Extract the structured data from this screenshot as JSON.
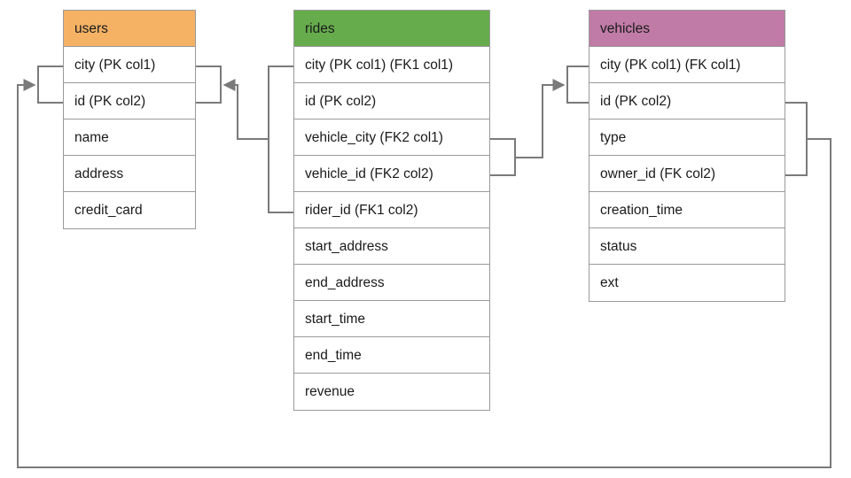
{
  "diagram": {
    "type": "entity-relationship-diagram",
    "title": "",
    "colors": {
      "users_header": "#F5B265",
      "rides_header": "#66AC4C",
      "vehicles_header": "#C07BA6",
      "border": "#9a9a9a",
      "connector": "#7a7a7a",
      "row_background": "#ffffff",
      "text": "#1a1a1a"
    },
    "tables": [
      {
        "name": "users",
        "header_color": "#F5B265",
        "columns": [
          "city (PK col1)",
          "id (PK col2)",
          "name",
          "address",
          "credit_card"
        ]
      },
      {
        "name": "rides",
        "header_color": "#66AC4C",
        "columns": [
          "city (PK col1) (FK1 col1)",
          "id (PK col2)",
          "vehicle_city (FK2 col1)",
          "vehicle_id (FK2 col2)",
          "rider_id (FK1 col2)",
          "start_address",
          "end_address",
          "start_time",
          "end_time",
          "revenue"
        ]
      },
      {
        "name": "vehicles",
        "header_color": "#C07BA6",
        "columns": [
          "city (PK col1) (FK col1)",
          "id (PK col2)",
          "type",
          "owner_id (FK col2)",
          "creation_time",
          "status",
          "ext"
        ]
      }
    ],
    "relationships": [
      {
        "name": "rides-rider-to-users",
        "from_table": "rides",
        "from_columns": [
          "city (PK col1) (FK1 col1)",
          "rider_id (FK1 col2)"
        ],
        "to_table": "users",
        "to_columns": [
          "city (PK col1)",
          "id (PK col2)"
        ],
        "arrow": "to-users"
      },
      {
        "name": "rides-vehicle-to-vehicles",
        "from_table": "rides",
        "from_columns": [
          "vehicle_city (FK2 col1)",
          "vehicle_id (FK2 col2)"
        ],
        "to_table": "vehicles",
        "to_columns": [
          "city (PK col1) (FK col1)",
          "id (PK col2)"
        ],
        "arrow": "to-vehicles"
      },
      {
        "name": "vehicles-owner-to-users",
        "from_table": "vehicles",
        "from_columns": [
          "city (PK col1) (FK col1)",
          "owner_id (FK col2)"
        ],
        "to_table": "users",
        "to_columns": [
          "city (PK col1)",
          "id (PK col2)"
        ],
        "arrow": "to-users"
      }
    ]
  }
}
